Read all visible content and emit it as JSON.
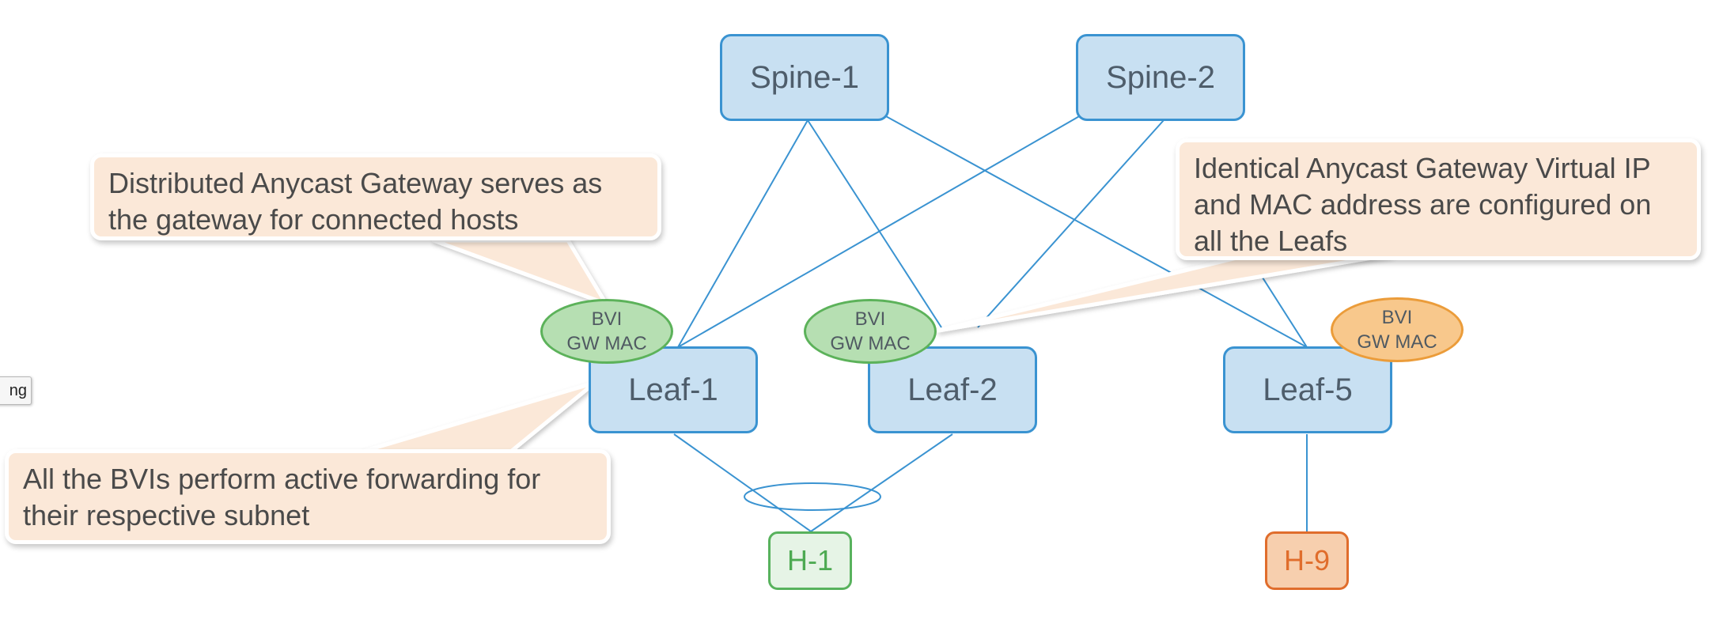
{
  "spines": [
    {
      "label": "Spine-1"
    },
    {
      "label": "Spine-2"
    }
  ],
  "leafs": [
    {
      "label": "Leaf-1"
    },
    {
      "label": "Leaf-2"
    },
    {
      "label": "Leaf-5"
    }
  ],
  "hosts": [
    {
      "label": "H-1"
    },
    {
      "label": "H-9"
    }
  ],
  "bvi": {
    "line1": "BVI",
    "line2": "GW MAC"
  },
  "callouts": {
    "distributed": "Distributed Anycast Gateway serves as the gateway for connected hosts",
    "identical": "Identical Anycast Gateway Virtual IP and MAC address are configured on all the Leafs",
    "forwarding": "All the BVIs perform active forwarding for their respective subnet"
  },
  "edge_button": {
    "label": "ng"
  },
  "colors": {
    "node_fill": "#c8e0f2",
    "node_border": "#3a93d1",
    "link": "#3a93d1",
    "bvi_green": "#b6dfb2",
    "bvi_orange": "#f8c88c",
    "host_green": "#58b25d",
    "host_orange": "#e06d2c",
    "callout_fill": "#fbe8d8"
  }
}
